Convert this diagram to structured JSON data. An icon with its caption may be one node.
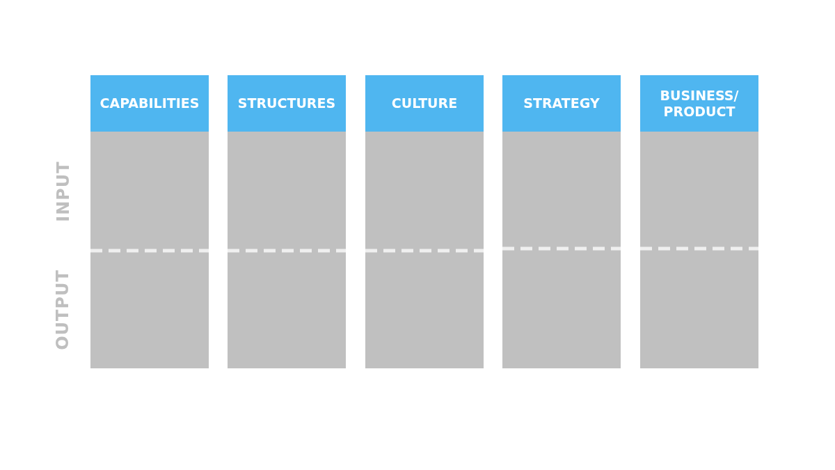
{
  "diagram": {
    "nodes": [
      {
        "text": [
          "CAPABILITIES"
        ]
      },
      {
        "text": [
          "STRUCTURES"
        ]
      },
      {
        "text": [
          "CULTURE"
        ]
      },
      {
        "text": [
          "STRATEGY"
        ]
      },
      {
        "text": [
          "BUSINESS/ PRODUCT"
        ]
      }
    ],
    "labels": [
      "INPUT",
      "OUTPUT"
    ]
  }
}
